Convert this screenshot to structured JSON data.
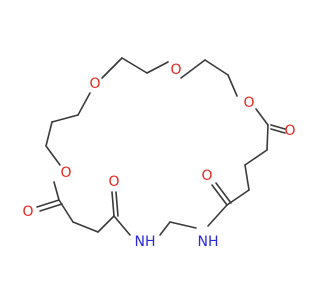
{
  "molecule": {
    "colors": {
      "bond": "#3a3a3a",
      "oxygen": "#e8261c",
      "nitrogen": "#2929e0"
    },
    "atoms": [
      {
        "id": "o_ring_1",
        "element": "O",
        "label": "O"
      },
      {
        "id": "o_ring_2",
        "element": "O",
        "label": "O"
      },
      {
        "id": "o_ring_3",
        "element": "O",
        "label": "O"
      },
      {
        "id": "o_ring_4",
        "element": "O",
        "label": "O"
      },
      {
        "id": "o_carbonyl_1",
        "element": "O",
        "label": "O"
      },
      {
        "id": "o_carbonyl_2",
        "element": "O",
        "label": "O"
      },
      {
        "id": "o_carbonyl_3",
        "element": "O",
        "label": "O"
      },
      {
        "id": "o_carbonyl_4",
        "element": "O",
        "label": "O"
      },
      {
        "id": "n_amide_1",
        "element": "N",
        "label": "NH"
      },
      {
        "id": "n_amide_2",
        "element": "N",
        "label": "NH"
      }
    ]
  }
}
